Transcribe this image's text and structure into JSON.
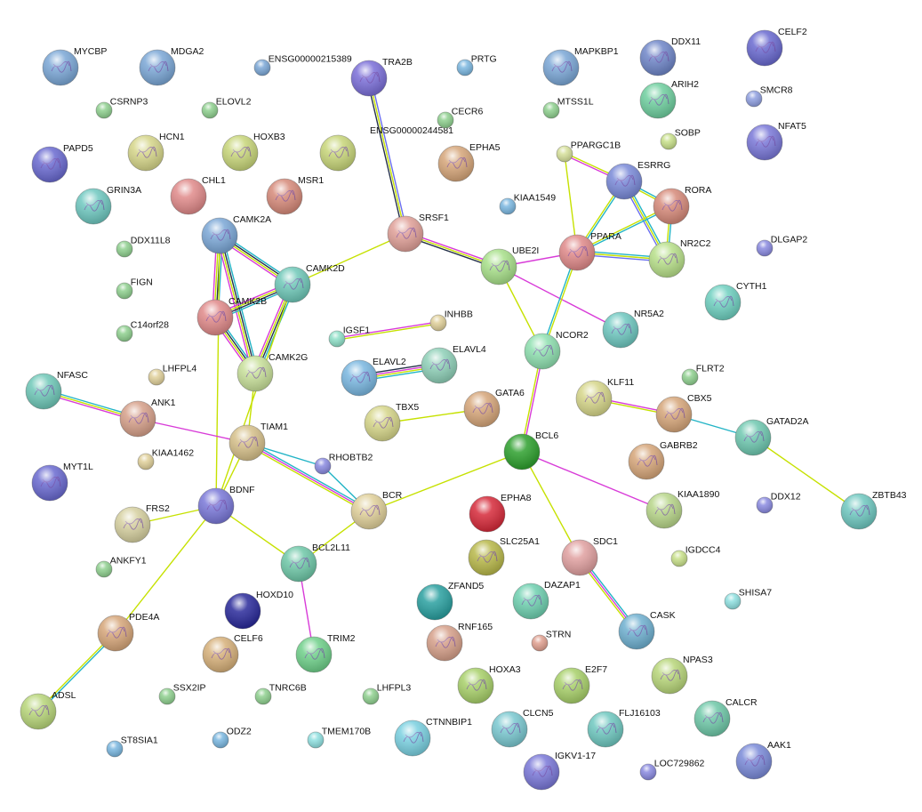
{
  "colors": {
    "textmining": "#c6e100",
    "experiments": "#d83bd8",
    "coexpression": "#26324a",
    "databases": "#23b4c6",
    "neighborhood": "#6a6ef0",
    "black": "#222222"
  },
  "nodes": [
    {
      "id": "MYCBP",
      "label": "MYCBP",
      "color": "#7ba7d6",
      "size": "big",
      "structure": true
    },
    {
      "id": "MDGA2",
      "label": "MDGA2",
      "color": "#7ba7d6",
      "size": "big",
      "structure": true
    },
    {
      "id": "ENSG00000215389",
      "label": "ENSG00000215389",
      "color": "#7ba7d6",
      "size": "small",
      "structure": false
    },
    {
      "id": "TRA2B",
      "label": "TRA2B",
      "color": "#7b6fd8",
      "size": "big",
      "structure": true
    },
    {
      "id": "PRTG",
      "label": "PRTG",
      "color": "#7bb7e0",
      "size": "small",
      "structure": false
    },
    {
      "id": "MAPKBP1",
      "label": "MAPKBP1",
      "color": "#7ba7d6",
      "size": "big",
      "structure": true
    },
    {
      "id": "DDX11",
      "label": "DDX11",
      "color": "#6f86c8",
      "size": "big",
      "structure": true
    },
    {
      "id": "CELF2",
      "label": "CELF2",
      "color": "#6a6ad0",
      "size": "big",
      "structure": true
    },
    {
      "id": "CSRNP3",
      "label": "CSRNP3",
      "color": "#8fd08f",
      "size": "small",
      "structure": false
    },
    {
      "id": "ELOVL2",
      "label": "ELOVL2",
      "color": "#8fd08f",
      "size": "small",
      "structure": false
    },
    {
      "id": "ENSG00000244581",
      "label": "ENSG00000244581",
      "color": "#ffffff",
      "size": "none",
      "structure": false
    },
    {
      "id": "CECR6",
      "label": "CECR6",
      "color": "#8fd08f",
      "size": "small",
      "structure": false
    },
    {
      "id": "MTSS1L",
      "label": "MTSS1L",
      "color": "#8fd08f",
      "size": "small",
      "structure": false
    },
    {
      "id": "ARIH2",
      "label": "ARIH2",
      "color": "#6fcf9f",
      "size": "big",
      "structure": true
    },
    {
      "id": "SMCR8",
      "label": "SMCR8",
      "color": "#8f9fe0",
      "size": "small",
      "structure": false
    },
    {
      "id": "PAPD5",
      "label": "PAPD5",
      "color": "#6a6ad0",
      "size": "big",
      "structure": true
    },
    {
      "id": "HCN1",
      "label": "HCN1",
      "color": "#d6d68a",
      "size": "big",
      "structure": true
    },
    {
      "id": "HOXB3",
      "label": "HOXB3",
      "color": "#c8d67a",
      "size": "big",
      "structure": true
    },
    {
      "id": "HOXB3b",
      "label": "",
      "color": "#c8d67a",
      "size": "big",
      "structure": true
    },
    {
      "id": "EPHA5",
      "label": "EPHA5",
      "color": "#d6a67a",
      "size": "big",
      "structure": true
    },
    {
      "id": "PPARGC1B",
      "label": "PPARGC1B",
      "color": "#d6e09a",
      "size": "small",
      "structure": false
    },
    {
      "id": "SOBP",
      "label": "SOBP",
      "color": "#c8e08a",
      "size": "small",
      "structure": false
    },
    {
      "id": "NFAT5",
      "label": "NFAT5",
      "color": "#7a78d8",
      "size": "big",
      "structure": true
    },
    {
      "id": "GRIN3A",
      "label": "GRIN3A",
      "color": "#6fc8c0",
      "size": "big",
      "structure": true
    },
    {
      "id": "CHL1",
      "label": "CHL1",
      "color": "#e08a8a",
      "size": "big",
      "structure": false
    },
    {
      "id": "MSR1",
      "label": "MSR1",
      "color": "#d68a7a",
      "size": "big",
      "structure": true
    },
    {
      "id": "ESRRG",
      "label": "ESRRG",
      "color": "#7a8ad8",
      "size": "big",
      "structure": true
    },
    {
      "id": "KIAA1549",
      "label": "KIAA1549",
      "color": "#7bb7e0",
      "size": "small",
      "structure": false
    },
    {
      "id": "RORA",
      "label": "RORA",
      "color": "#d68a7a",
      "size": "big",
      "structure": true
    },
    {
      "id": "CAMK2A",
      "label": "CAMK2A",
      "color": "#7ba7d6",
      "size": "big",
      "structure": true
    },
    {
      "id": "SRSF1",
      "label": "SRSF1",
      "color": "#e0a098",
      "size": "big",
      "structure": true
    },
    {
      "id": "DDX11L8",
      "label": "DDX11L8",
      "color": "#8fd08f",
      "size": "small",
      "structure": false
    },
    {
      "id": "UBE2I",
      "label": "UBE2I",
      "color": "#a8e08a",
      "size": "big",
      "structure": true
    },
    {
      "id": "PPARA",
      "label": "PPARA",
      "color": "#e08a8a",
      "size": "big",
      "structure": true
    },
    {
      "id": "NR2C2",
      "label": "NR2C2",
      "color": "#b8e08a",
      "size": "big",
      "structure": true
    },
    {
      "id": "DLGAP2",
      "label": "DLGAP2",
      "color": "#8a8ae0",
      "size": "small",
      "structure": false
    },
    {
      "id": "CAMK2D",
      "label": "CAMK2D",
      "color": "#6fc8b8",
      "size": "big",
      "structure": true
    },
    {
      "id": "FIGN",
      "label": "FIGN",
      "color": "#8fd08f",
      "size": "small",
      "structure": false
    },
    {
      "id": "CAMK2B",
      "label": "CAMK2B",
      "color": "#e08a8a",
      "size": "big",
      "structure": true
    },
    {
      "id": "CYTH1",
      "label": "CYTH1",
      "color": "#6fd0c0",
      "size": "big",
      "structure": true
    },
    {
      "id": "C14orf28",
      "label": "C14orf28",
      "color": "#8fd08f",
      "size": "small",
      "structure": false
    },
    {
      "id": "INHBB",
      "label": "INHBB",
      "color": "#e0d09a",
      "size": "small",
      "structure": false
    },
    {
      "id": "IGSF1",
      "label": "IGSF1",
      "color": "#8fe0c8",
      "size": "small",
      "structure": false
    },
    {
      "id": "NR5A2",
      "label": "NR5A2",
      "color": "#6fc8c0",
      "size": "big",
      "structure": true
    },
    {
      "id": "NCOR2",
      "label": "NCOR2",
      "color": "#8fe0b0",
      "size": "big",
      "structure": true
    },
    {
      "id": "ELAVL4",
      "label": "ELAVL4",
      "color": "#8fd0b8",
      "size": "big",
      "structure": true
    },
    {
      "id": "ELAVL2",
      "label": "ELAVL2",
      "color": "#7ab7e0",
      "size": "big",
      "structure": true
    },
    {
      "id": "CAMK2G",
      "label": "CAMK2G",
      "color": "#c8e09a",
      "size": "big",
      "structure": true
    },
    {
      "id": "NFASC",
      "label": "NFASC",
      "color": "#6fc8b8",
      "size": "big",
      "structure": true
    },
    {
      "id": "LHFPL4",
      "label": "LHFPL4",
      "color": "#e0d09a",
      "size": "small",
      "structure": false
    },
    {
      "id": "FLRT2",
      "label": "FLRT2",
      "color": "#8fd08f",
      "size": "small",
      "structure": false
    },
    {
      "id": "KLF11",
      "label": "KLF11",
      "color": "#d6d68a",
      "size": "big",
      "structure": true
    },
    {
      "id": "ANK1",
      "label": "ANK1",
      "color": "#d6a08a",
      "size": "big",
      "structure": true
    },
    {
      "id": "GATA6",
      "label": "GATA6",
      "color": "#d6a67a",
      "size": "big",
      "structure": true
    },
    {
      "id": "CBX5",
      "label": "CBX5",
      "color": "#d6a67a",
      "size": "big",
      "structure": true
    },
    {
      "id": "TBX5",
      "label": "TBX5",
      "color": "#d6d68a",
      "size": "big",
      "structure": true
    },
    {
      "id": "GATAD2A",
      "label": "GATAD2A",
      "color": "#6fc8b0",
      "size": "big",
      "structure": true
    },
    {
      "id": "TIAM1",
      "label": "TIAM1",
      "color": "#d6c08a",
      "size": "big",
      "structure": true
    },
    {
      "id": "BCL6",
      "label": "BCL6",
      "color": "#2ea02e",
      "size": "big",
      "structure": false
    },
    {
      "id": "KIAA1462",
      "label": "KIAA1462",
      "color": "#e0d09a",
      "size": "small",
      "structure": false
    },
    {
      "id": "RHOBTB2",
      "label": "RHOBTB2",
      "color": "#8a8ae0",
      "size": "small",
      "structure": false
    },
    {
      "id": "GABRB2",
      "label": "GABRB2",
      "color": "#d6a67a",
      "size": "big",
      "structure": true
    },
    {
      "id": "MYT1L",
      "label": "MYT1L",
      "color": "#6a6ad0",
      "size": "big",
      "structure": true
    },
    {
      "id": "BDNF",
      "label": "BDNF",
      "color": "#7a78d8",
      "size": "big",
      "structure": true
    },
    {
      "id": "BCR",
      "label": "BCR",
      "color": "#e0d09a",
      "size": "big",
      "structure": true
    },
    {
      "id": "DDX12",
      "label": "DDX12",
      "color": "#8a8ae0",
      "size": "small",
      "structure": false
    },
    {
      "id": "ZBTB43",
      "label": "ZBTB43",
      "color": "#6fc8c0",
      "size": "big",
      "structure": true
    },
    {
      "id": "EPHA8",
      "label": "EPHA8",
      "color": "#d62a3a",
      "size": "big",
      "structure": false
    },
    {
      "id": "KIAA1890",
      "label": "KIAA1890",
      "color": "#b8d68a",
      "size": "big",
      "structure": true
    },
    {
      "id": "FRS2",
      "label": "FRS2",
      "color": "#d6d0a0",
      "size": "big",
      "structure": true
    },
    {
      "id": "SLC25A1",
      "label": "SLC25A1",
      "color": "#b8b84a",
      "size": "big",
      "structure": true
    },
    {
      "id": "SDC1",
      "label": "SDC1",
      "color": "#e0a0a0",
      "size": "big",
      "structure": false
    },
    {
      "id": "IGDCC4",
      "label": "IGDCC4",
      "color": "#c8e08a",
      "size": "small",
      "structure": false
    },
    {
      "id": "ANKFY1",
      "label": "ANKFY1",
      "color": "#8fd08f",
      "size": "small",
      "structure": false
    },
    {
      "id": "BCL2L11",
      "label": "BCL2L11",
      "color": "#6fc8a8",
      "size": "big",
      "structure": true
    },
    {
      "id": "ZFAND5",
      "label": "ZFAND5",
      "color": "#2aa0a0",
      "size": "big",
      "structure": false
    },
    {
      "id": "DAZAP1",
      "label": "DAZAP1",
      "color": "#6fd0b0",
      "size": "big",
      "structure": true
    },
    {
      "id": "SHISA7",
      "label": "SHISA7",
      "color": "#8fe0e0",
      "size": "small",
      "structure": false
    },
    {
      "id": "HOXD10",
      "label": "HOXD10",
      "color": "#2a2a9a",
      "size": "big",
      "structure": false
    },
    {
      "id": "PDE4A",
      "label": "PDE4A",
      "color": "#d6a67a",
      "size": "big",
      "structure": true
    },
    {
      "id": "CELF6",
      "label": "CELF6",
      "color": "#d6b07a",
      "size": "big",
      "structure": true
    },
    {
      "id": "TRIM2",
      "label": "TRIM2",
      "color": "#6fd08a",
      "size": "big",
      "structure": true
    },
    {
      "id": "RNF165",
      "label": "RNF165",
      "color": "#d6a08a",
      "size": "big",
      "structure": true
    },
    {
      "id": "STRN",
      "label": "STRN",
      "color": "#e0a090",
      "size": "small",
      "structure": false
    },
    {
      "id": "CASK",
      "label": "CASK",
      "color": "#6fb0d0",
      "size": "big",
      "structure": true
    },
    {
      "id": "HOXA3",
      "label": "HOXA3",
      "color": "#a8d06a",
      "size": "big",
      "structure": true
    },
    {
      "id": "E2F7",
      "label": "E2F7",
      "color": "#a8d06a",
      "size": "big",
      "structure": true
    },
    {
      "id": "NPAS3",
      "label": "NPAS3",
      "color": "#b8d67a",
      "size": "big",
      "structure": true
    },
    {
      "id": "SSX2IP",
      "label": "SSX2IP",
      "color": "#8fd08f",
      "size": "small",
      "structure": false
    },
    {
      "id": "TNRC6B",
      "label": "TNRC6B",
      "color": "#8fd08f",
      "size": "small",
      "structure": false
    },
    {
      "id": "LHFPL3",
      "label": "LHFPL3",
      "color": "#8fd08f",
      "size": "small",
      "structure": false
    },
    {
      "id": "ADSL",
      "label": "ADSL",
      "color": "#b8d67a",
      "size": "big",
      "structure": true
    },
    {
      "id": "CALCR",
      "label": "CALCR",
      "color": "#6fc8a8",
      "size": "big",
      "structure": true
    },
    {
      "id": "CTNNBIP1",
      "label": "CTNNBIP1",
      "color": "#7ad0e0",
      "size": "big",
      "structure": true
    },
    {
      "id": "CLCN5",
      "label": "CLCN5",
      "color": "#7ac8d0",
      "size": "big",
      "structure": true
    },
    {
      "id": "FLJ16103",
      "label": "FLJ16103",
      "color": "#6fc8c0",
      "size": "big",
      "structure": true
    },
    {
      "id": "ST8SIA1",
      "label": "ST8SIA1",
      "color": "#7ab7e0",
      "size": "small",
      "structure": false
    },
    {
      "id": "ODZ2",
      "label": "ODZ2",
      "color": "#7ab7e0",
      "size": "small",
      "structure": false
    },
    {
      "id": "TMEM170B",
      "label": "TMEM170B",
      "color": "#8fe0e0",
      "size": "small",
      "structure": false
    },
    {
      "id": "IGKV1-17",
      "label": "IGKV1-17",
      "color": "#7a78d8",
      "size": "big",
      "structure": true
    },
    {
      "id": "LOC729862",
      "label": "LOC729862",
      "color": "#8a8ae0",
      "size": "small",
      "structure": false
    },
    {
      "id": "AAK1",
      "label": "AAK1",
      "color": "#7a8ad8",
      "size": "big",
      "structure": true
    }
  ],
  "edges": [
    {
      "a": "TRA2B",
      "b": "SRSF1",
      "types": [
        "neighborhood",
        "textmining",
        "coexpression"
      ]
    },
    {
      "a": "SRSF1",
      "b": "CAMK2D",
      "types": [
        "textmining"
      ]
    },
    {
      "a": "SRSF1",
      "b": "UBE2I",
      "types": [
        "experiments",
        "textmining",
        "coexpression"
      ]
    },
    {
      "a": "UBE2I",
      "b": "PPARA",
      "types": [
        "experiments"
      ]
    },
    {
      "a": "UBE2I",
      "b": "NR5A2",
      "types": [
        "experiments"
      ]
    },
    {
      "a": "UBE2I",
      "b": "NCOR2",
      "types": [
        "textmining"
      ]
    },
    {
      "a": "PPARGC1B",
      "b": "ESRRG",
      "types": [
        "textmining",
        "experiments"
      ]
    },
    {
      "a": "PPARGC1B",
      "b": "PPARA",
      "types": [
        "textmining"
      ]
    },
    {
      "a": "ESRRG",
      "b": "RORA",
      "types": [
        "databases",
        "textmining"
      ]
    },
    {
      "a": "ESRRG",
      "b": "PPARA",
      "types": [
        "databases",
        "textmining"
      ]
    },
    {
      "a": "ESRRG",
      "b": "NR2C2",
      "types": [
        "databases",
        "textmining",
        "neighborhood"
      ]
    },
    {
      "a": "RORA",
      "b": "PPARA",
      "types": [
        "databases",
        "textmining"
      ]
    },
    {
      "a": "RORA",
      "b": "NR2C2",
      "types": [
        "databases",
        "textmining"
      ]
    },
    {
      "a": "PPARA",
      "b": "NR2C2",
      "types": [
        "databases",
        "textmining",
        "neighborhood"
      ]
    },
    {
      "a": "PPARA",
      "b": "NCOR2",
      "types": [
        "textmining",
        "databases"
      ]
    },
    {
      "a": "NCOR2",
      "b": "BCL6",
      "types": [
        "experiments",
        "textmining"
      ]
    },
    {
      "a": "CAMK2A",
      "b": "CAMK2D",
      "types": [
        "databases",
        "coexpression",
        "textmining",
        "experiments"
      ]
    },
    {
      "a": "CAMK2A",
      "b": "CAMK2B",
      "types": [
        "databases",
        "coexpression",
        "textmining",
        "experiments"
      ]
    },
    {
      "a": "CAMK2A",
      "b": "CAMK2G",
      "types": [
        "databases",
        "coexpression",
        "textmining",
        "experiments"
      ]
    },
    {
      "a": "CAMK2A",
      "b": "BDNF",
      "types": [
        "textmining"
      ]
    },
    {
      "a": "CAMK2D",
      "b": "CAMK2B",
      "types": [
        "databases",
        "coexpression",
        "textmining",
        "experiments"
      ]
    },
    {
      "a": "CAMK2D",
      "b": "CAMK2G",
      "types": [
        "databases",
        "coexpression",
        "textmining",
        "experiments"
      ]
    },
    {
      "a": "CAMK2B",
      "b": "CAMK2G",
      "types": [
        "databases",
        "coexpression",
        "textmining",
        "experiments"
      ]
    },
    {
      "a": "CAMK2G",
      "b": "TIAM1",
      "types": [
        "textmining"
      ]
    },
    {
      "a": "CAMK2D",
      "b": "BDNF",
      "types": [
        "textmining"
      ]
    },
    {
      "a": "IGSF1",
      "b": "INHBB",
      "types": [
        "experiments",
        "textmining"
      ]
    },
    {
      "a": "ELAVL2",
      "b": "ELAVL4",
      "types": [
        "coexpression",
        "experiments",
        "textmining",
        "databases"
      ]
    },
    {
      "a": "NFASC",
      "b": "ANK1",
      "types": [
        "databases",
        "textmining",
        "experiments"
      ]
    },
    {
      "a": "ANK1",
      "b": "TIAM1",
      "types": [
        "experiments"
      ]
    },
    {
      "a": "TIAM1",
      "b": "BDNF",
      "types": [
        "textmining"
      ]
    },
    {
      "a": "TIAM1",
      "b": "RHOBTB2",
      "types": [
        "databases"
      ]
    },
    {
      "a": "TIAM1",
      "b": "BCR",
      "types": [
        "databases",
        "experiments",
        "textmining"
      ]
    },
    {
      "a": "RHOBTB2",
      "b": "BCR",
      "types": [
        "databases"
      ]
    },
    {
      "a": "TBX5",
      "b": "GATA6",
      "types": [
        "textmining"
      ]
    },
    {
      "a": "KLF11",
      "b": "CBX5",
      "types": [
        "experiments",
        "textmining"
      ]
    },
    {
      "a": "CBX5",
      "b": "GATAD2A",
      "types": [
        "databases"
      ]
    },
    {
      "a": "GATAD2A",
      "b": "ZBTB43",
      "types": [
        "textmining"
      ]
    },
    {
      "a": "BCL6",
      "b": "BCR",
      "types": [
        "textmining"
      ]
    },
    {
      "a": "BCL6",
      "b": "KIAA1890",
      "types": [
        "experiments"
      ]
    },
    {
      "a": "BCL6",
      "b": "SDC1",
      "types": [
        "textmining"
      ]
    },
    {
      "a": "BDNF",
      "b": "FRS2",
      "types": [
        "textmining"
      ]
    },
    {
      "a": "BDNF",
      "b": "BCL2L11",
      "types": [
        "textmining"
      ]
    },
    {
      "a": "BDNF",
      "b": "PDE4A",
      "types": [
        "textmining"
      ]
    },
    {
      "a": "BCL2L11",
      "b": "BCR",
      "types": [
        "textmining"
      ]
    },
    {
      "a": "BCL2L11",
      "b": "TRIM2",
      "types": [
        "experiments"
      ]
    },
    {
      "a": "PDE4A",
      "b": "ADSL",
      "types": [
        "databases",
        "textmining"
      ]
    },
    {
      "a": "SDC1",
      "b": "CASK",
      "types": [
        "databases",
        "experiments",
        "textmining"
      ]
    }
  ]
}
